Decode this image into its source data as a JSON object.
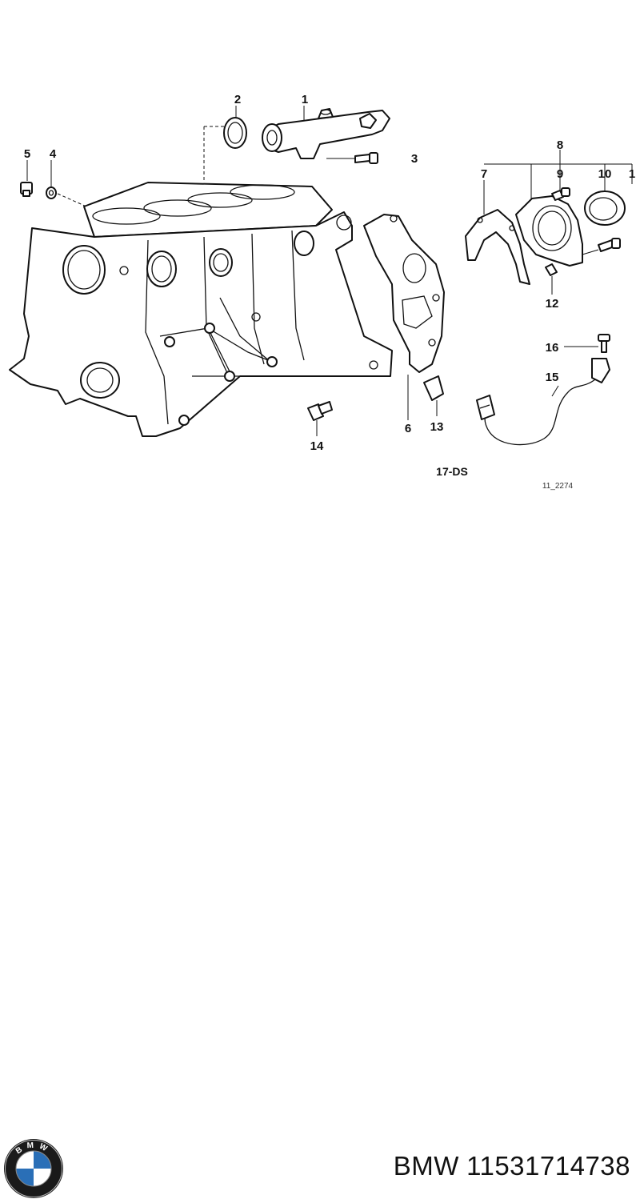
{
  "diagram": {
    "callouts": {
      "c1": "1",
      "c2": "2",
      "c3": "3",
      "c4": "4",
      "c5": "5",
      "c6": "6",
      "c7": "7",
      "c8": "8",
      "c9": "9",
      "c10": "10",
      "c1b": "1",
      "c12": "12",
      "c13": "13",
      "c14": "14",
      "c15": "15",
      "c16": "16"
    },
    "group_label": "17-DS",
    "drawing_code": "11_2274"
  },
  "footer": {
    "brand": "BMW",
    "part_number": "11531714738",
    "logo_letters": "BMW",
    "logo_colors": {
      "ring": "#1a1a1a",
      "blue": "#2a6fb7",
      "white": "#ffffff"
    }
  }
}
